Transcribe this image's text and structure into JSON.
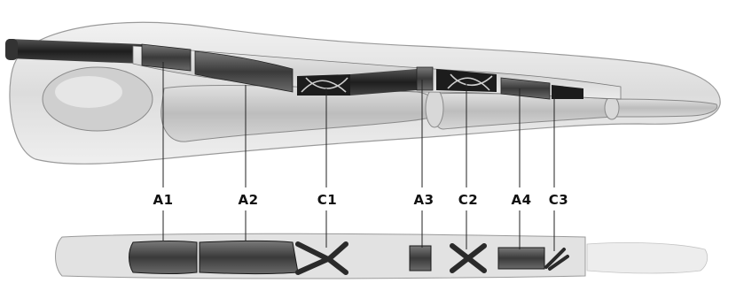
{
  "diagram": {
    "subject": "finger flexor tendon sheath pulley system",
    "pulleys": [
      {
        "id": "A1",
        "label": "A1",
        "kind": "annular"
      },
      {
        "id": "A2",
        "label": "A2",
        "kind": "annular"
      },
      {
        "id": "C1",
        "label": "C1",
        "kind": "cruciate"
      },
      {
        "id": "A3",
        "label": "A3",
        "kind": "annular"
      },
      {
        "id": "C2",
        "label": "C2",
        "kind": "cruciate"
      },
      {
        "id": "A4",
        "label": "A4",
        "kind": "annular"
      },
      {
        "id": "C3",
        "label": "C3",
        "kind": "cruciate"
      }
    ],
    "colors": {
      "background": "#ffffff",
      "skin": "#e4e4e4",
      "bone": "#c9c9c9",
      "tendon_dark": "#2a2a2a",
      "pulley": "#4a4a4a",
      "line": "#222222"
    }
  }
}
